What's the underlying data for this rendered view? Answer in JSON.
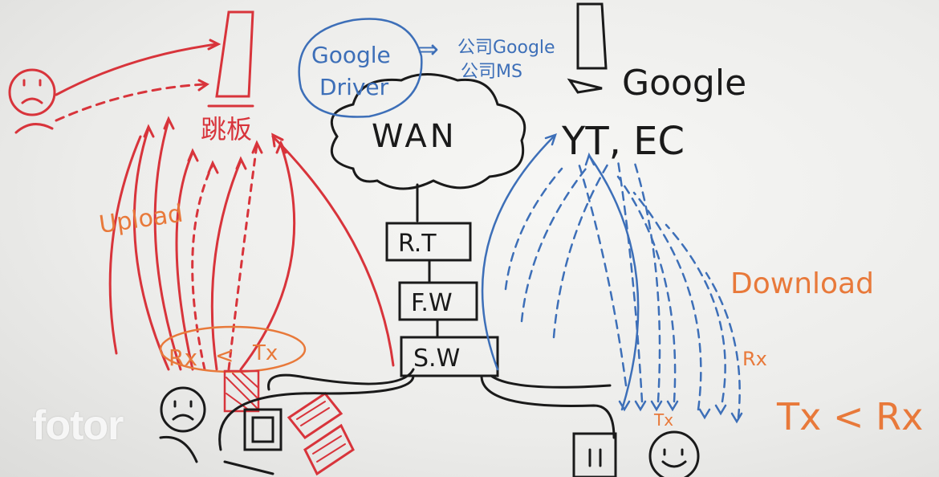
{
  "whiteboard": {
    "left_area": {
      "upload_label": "Upload",
      "cjk_label": "跳板",
      "rx_label": "Rx",
      "tx_label": "Tx",
      "lt_symbol": "<"
    },
    "center": {
      "cloud_label": "WAN",
      "bubble_line1": "Google",
      "bubble_line2": "Driver",
      "arrow_symbol": "⇒",
      "note_line1": "公司Google",
      "note_line2": "公司MS",
      "router": "R.T",
      "firewall": "F.W",
      "switch": "S.W"
    },
    "right_area": {
      "google_label": "Google",
      "yt_label": "YT, EC",
      "download_label": "Download",
      "rx_label": "Rx",
      "tx_label": "Tx",
      "inequality": "Tx < Rx"
    },
    "colors": {
      "red": "#d8343b",
      "blue": "#3d6fb8",
      "black": "#1a1a1a",
      "orange": "#e8793a"
    }
  },
  "watermark": "fotor"
}
